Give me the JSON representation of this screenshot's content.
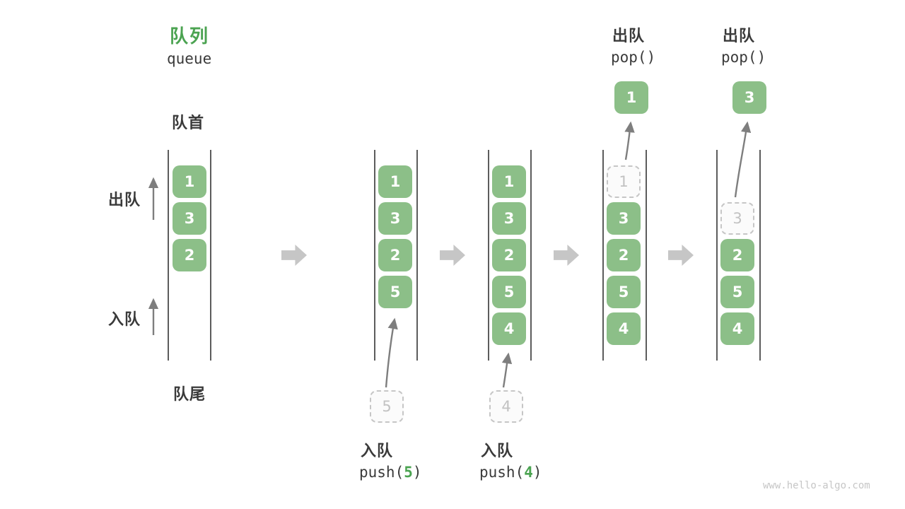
{
  "title": {
    "zh": "队列",
    "en": "queue"
  },
  "side_labels": {
    "front": "队首",
    "rear": "队尾",
    "dequeue": "出队",
    "enqueue": "入队"
  },
  "colors": {
    "box_green": "#8CBF88",
    "accent_green": "#4BA351",
    "dark_text": "#3a3a3a",
    "arrow_gray": "#7e7e7e",
    "block_arrow_gray": "#c6c6c6",
    "ghost_border": "#c6c6c6",
    "ghost_text": "#c2c2c2"
  },
  "columns": [
    {
      "slots": [
        {
          "v": "1"
        },
        {
          "v": "3"
        },
        {
          "v": "2"
        }
      ]
    },
    {
      "slots": [
        {
          "v": "1"
        },
        {
          "v": "3"
        },
        {
          "v": "2"
        },
        {
          "v": "5"
        }
      ]
    },
    {
      "slots": [
        {
          "v": "1"
        },
        {
          "v": "3"
        },
        {
          "v": "2"
        },
        {
          "v": "5"
        },
        {
          "v": "4"
        }
      ]
    },
    {
      "slots": [
        {
          "v": "1",
          "style": "ghost"
        },
        {
          "v": "3"
        },
        {
          "v": "2"
        },
        {
          "v": "5"
        },
        {
          "v": "4"
        }
      ]
    },
    {
      "slots": [
        {
          "v": "3",
          "style": "ghost"
        },
        {
          "v": "2"
        },
        {
          "v": "5"
        },
        {
          "v": "4"
        }
      ]
    }
  ],
  "push_ops": [
    {
      "label": "入队",
      "fn": "push(",
      "arg": "5",
      "close": ")",
      "ghost": "5"
    },
    {
      "label": "入队",
      "fn": "push(",
      "arg": "4",
      "close": ")",
      "ghost": "4"
    }
  ],
  "pop_ops": [
    {
      "label": "出队",
      "code": "pop()",
      "popped": "1"
    },
    {
      "label": "出队",
      "code": "pop()",
      "popped": "3"
    }
  ],
  "watermark": "www.hello-algo.com"
}
